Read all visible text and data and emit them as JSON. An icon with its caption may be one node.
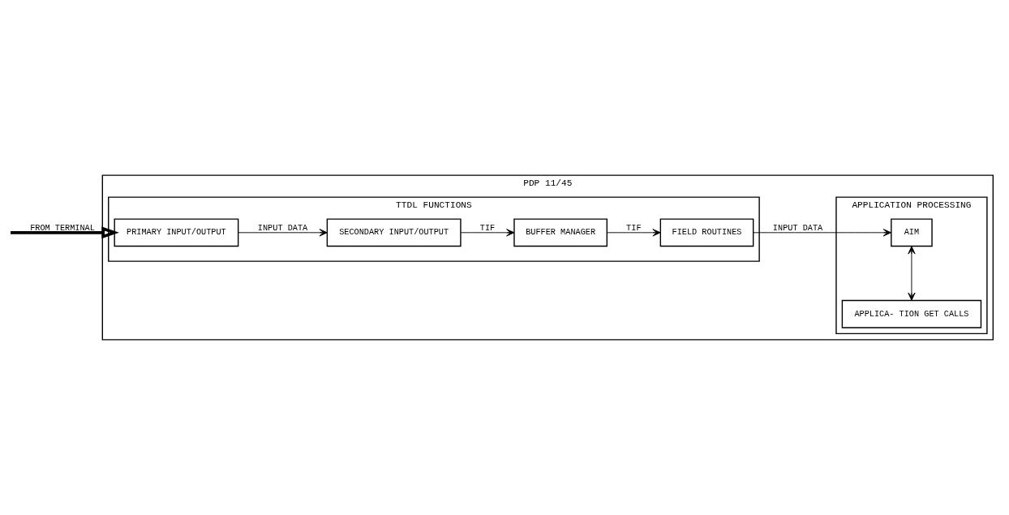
{
  "diagram": {
    "nodes": [
      {
        "text": [
          "PDP 11/45"
        ]
      },
      {
        "text": [
          "TTDL FUNCTIONS"
        ],
        "in": 0
      },
      {
        "text": [
          "APPLICATION PROCESSING"
        ],
        "in": 0
      },
      {
        "text": [
          "PRIMARY INPUT/OUTPUT"
        ],
        "in": 1
      },
      {
        "text": [
          "SECONDARY INPUT/OUTPUT"
        ],
        "in": 1
      },
      {
        "text": [
          "BUFFER MANAGER"
        ],
        "in": 1
      },
      {
        "text": [
          "FIELD ROUTINES"
        ],
        "in": 1
      },
      {
        "text": [
          "APPLICA- TION GET CALLS"
        ],
        "in": 2
      },
      {
        "text": [
          "AIM"
        ],
        "in": 2
      }
    ],
    "edges": [
      {
        "from": null,
        "to": 3,
        "arrow": "to",
        "label": "FROM TERMINAL",
        "style": "thick"
      },
      {
        "from": 3,
        "to": 4,
        "arrow": "to",
        "label": "INPUT DATA"
      },
      {
        "from": 4,
        "to": 5,
        "arrow": "to",
        "label": "TIF"
      },
      {
        "from": 5,
        "to": 6,
        "arrow": "to",
        "label": "TIF"
      },
      {
        "from": 6,
        "to": 8,
        "arrow": "to",
        "label": "INPUT DATA"
      },
      {
        "from": 7,
        "to": 8,
        "arrow": "both"
      }
    ]
  }
}
